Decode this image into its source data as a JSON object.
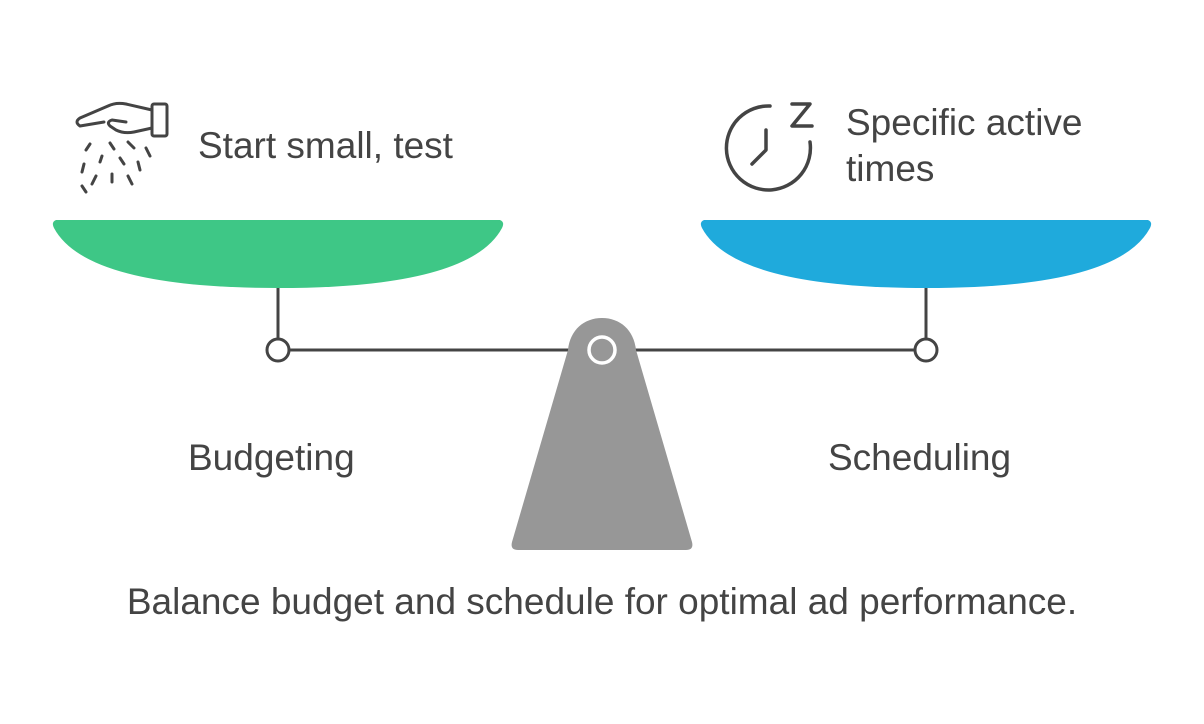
{
  "left_pan": {
    "caption": "Start small, test",
    "label": "Budgeting",
    "color": "#3ec786",
    "icon": "hand-sprinkling-icon"
  },
  "right_pan": {
    "caption_line1": "Specific active",
    "caption_line2": "times",
    "label": "Scheduling",
    "color": "#1faadc",
    "icon": "clock-snooze-icon"
  },
  "fulcrum_color": "#979797",
  "line_color": "#444444",
  "footer": "Balance budget and schedule for optimal ad performance."
}
